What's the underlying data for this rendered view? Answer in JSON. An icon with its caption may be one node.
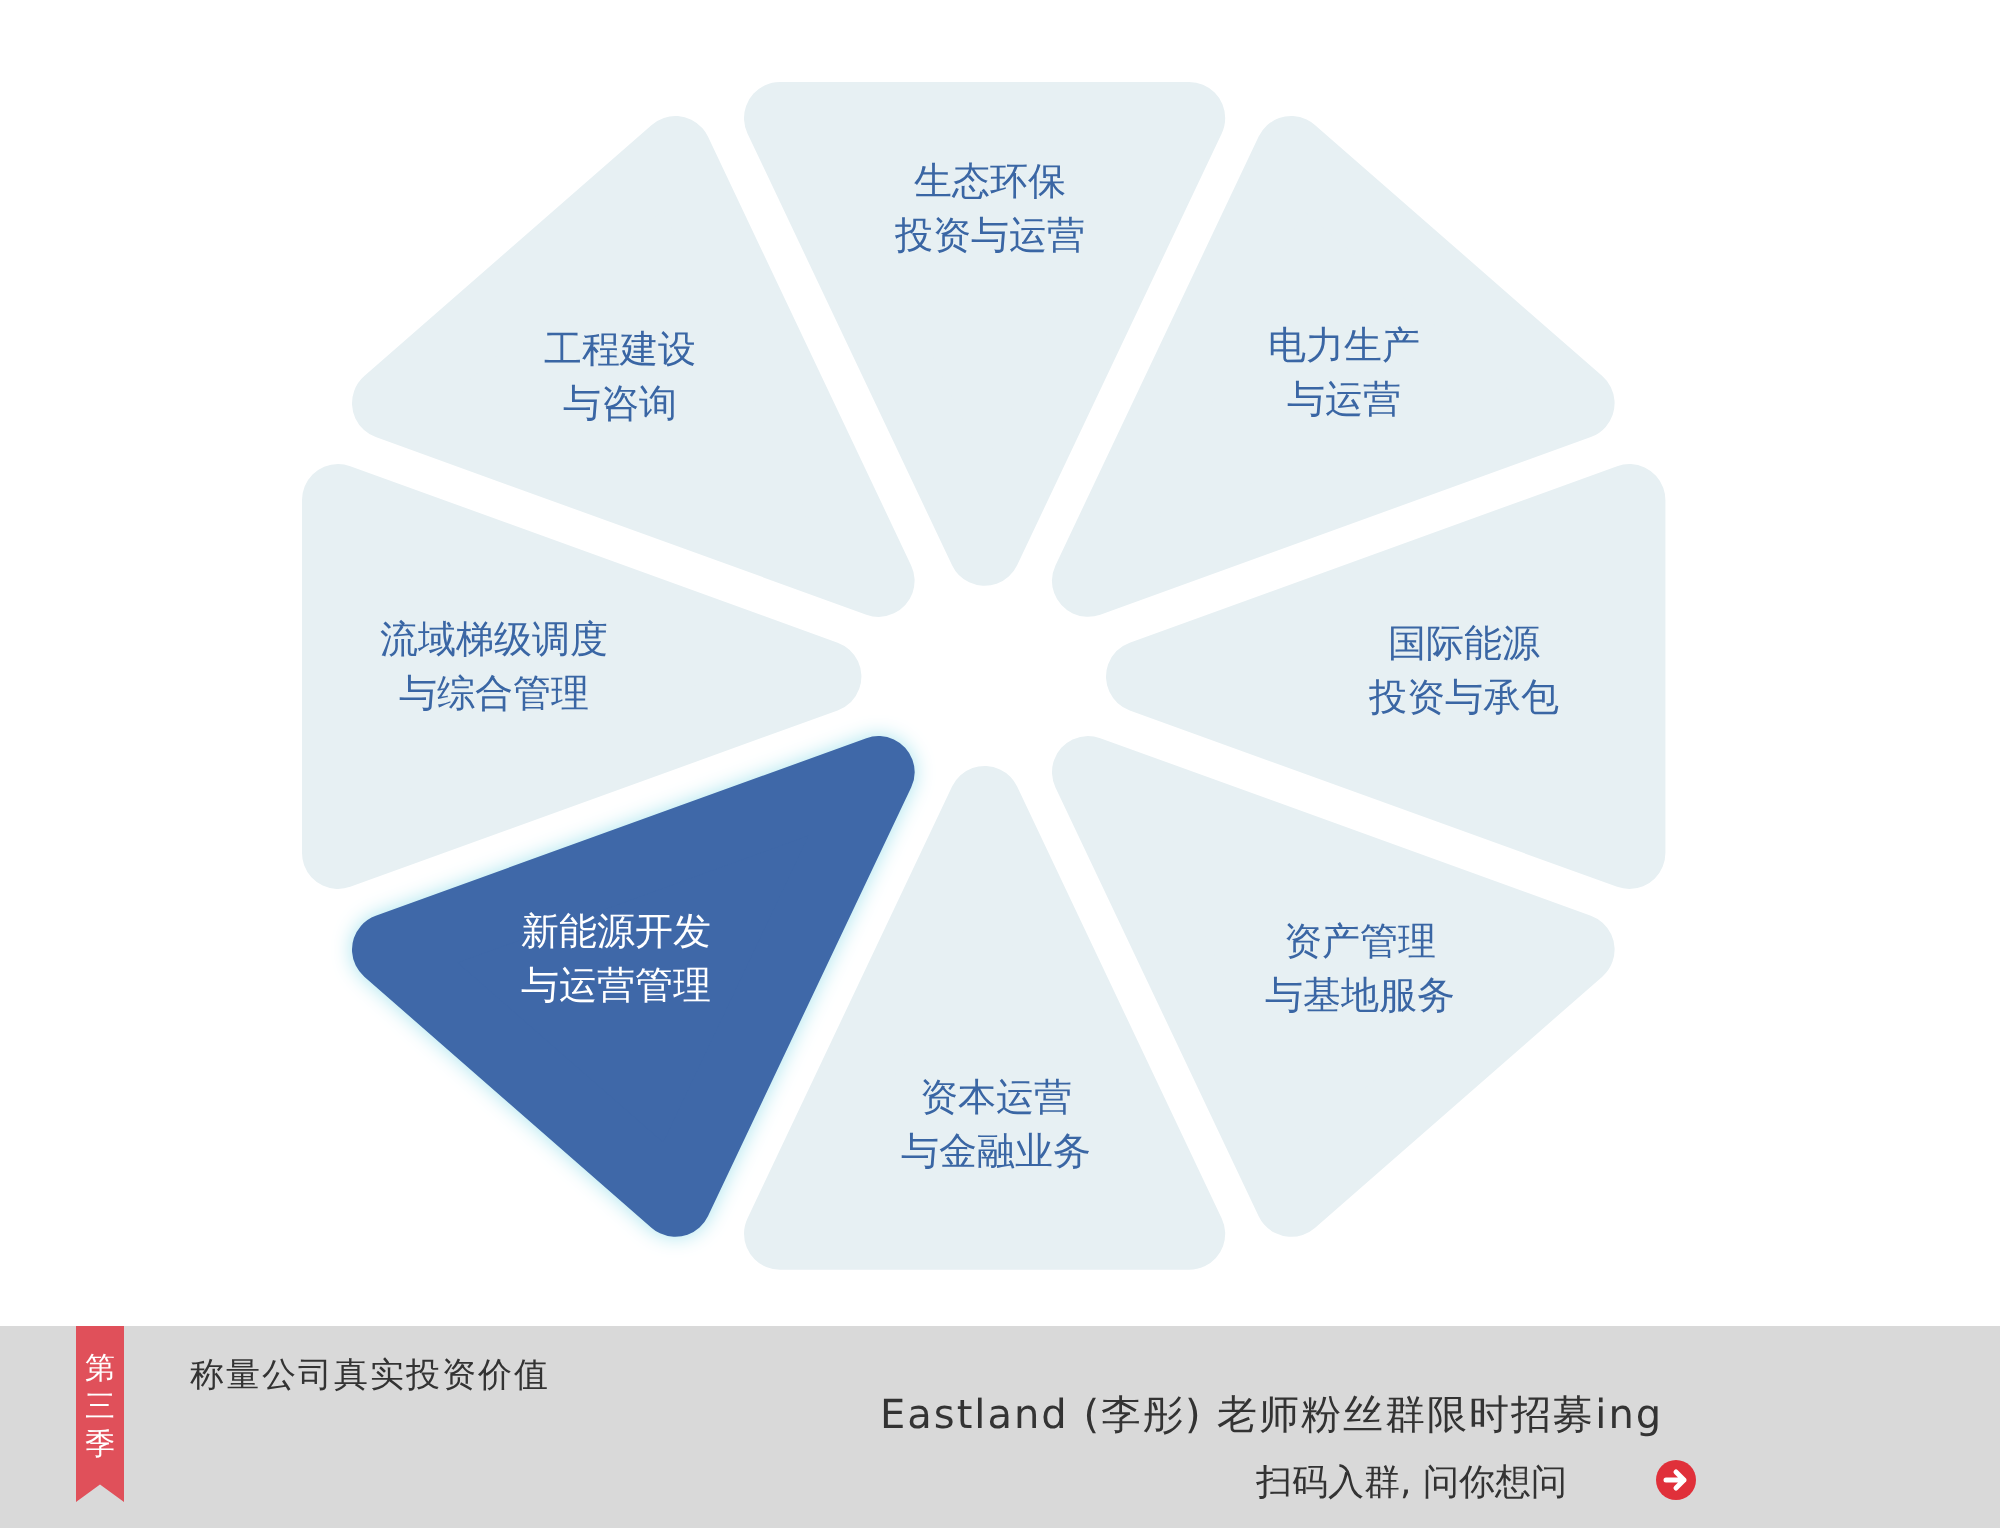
{
  "diagram": {
    "nodes": [
      {
        "text": [
          "生态环保投资与运营"
        ]
      },
      {
        "text": [
          "工程建设与咨询"
        ]
      },
      {
        "text": [
          "电力生产与运营"
        ]
      },
      {
        "text": [
          "流域梯级调度与综合管理"
        ]
      },
      {
        "text": [
          "国际能源投资与承包"
        ]
      },
      {
        "text": [
          "新能源开发与运营管理"
        ]
      },
      {
        "text": [
          "资产管理与基地服务"
        ]
      },
      {
        "text": [
          "资本运营与金融业务"
        ]
      }
    ],
    "labels": [
      "第三季",
      "称量公司真实投资价值",
      "Eastland (李彤) 老师粉丝群限时招募ing",
      "扫码入群, 问你想问"
    ]
  }
}
